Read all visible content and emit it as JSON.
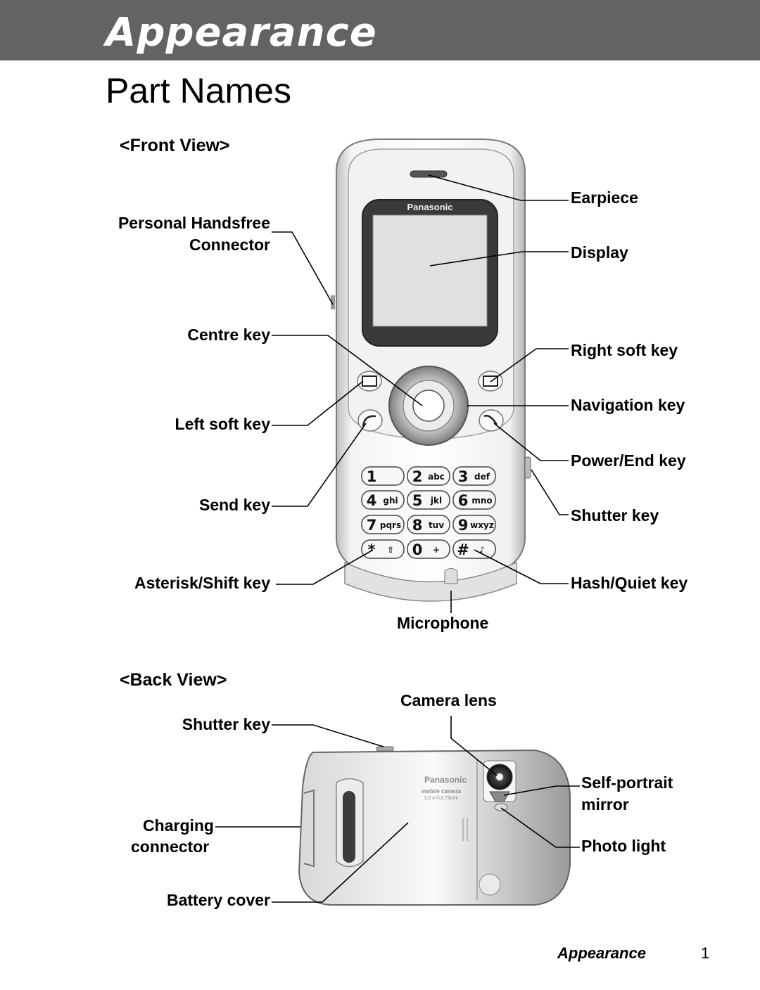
{
  "header": {
    "title": "Appearance"
  },
  "page": {
    "subtitle": "Part Names"
  },
  "front_view": {
    "heading": "<Front View>",
    "brand": "Panasonic",
    "labels": {
      "earpiece": "Earpiece",
      "handsfree_line1": "Personal Handsfree",
      "handsfree_line2": "Connector",
      "display": "Display",
      "centre_key": "Centre key",
      "right_soft_key": "Right soft key",
      "navigation_key": "Navigation key",
      "left_soft_key": "Left soft key",
      "power_end_key": "Power/End key",
      "send_key": "Send key",
      "shutter_key": "Shutter key",
      "asterisk_shift_key": "Asterisk/Shift key",
      "hash_quiet_key": "Hash/Quiet key",
      "microphone": "Microphone"
    },
    "keypad": [
      {
        "num": "1",
        "letters": ""
      },
      {
        "num": "2",
        "letters": "abc"
      },
      {
        "num": "3",
        "letters": "def"
      },
      {
        "num": "4",
        "letters": "ghi"
      },
      {
        "num": "5",
        "letters": "jkl"
      },
      {
        "num": "6",
        "letters": "mno"
      },
      {
        "num": "7",
        "letters": "pqrs"
      },
      {
        "num": "8",
        "letters": "tuv"
      },
      {
        "num": "9",
        "letters": "wxyz"
      },
      {
        "num": "*",
        "letters": "⇧"
      },
      {
        "num": "0",
        "letters": "+"
      },
      {
        "num": "#",
        "letters": "♪"
      }
    ]
  },
  "back_view": {
    "heading": "<Back View>",
    "brand": "Panasonic",
    "camera_text": "mobile camera",
    "lens_spec": "1:2.4 f=3.73mm",
    "labels": {
      "camera_lens": "Camera lens",
      "shutter_key": "Shutter key",
      "self_portrait_line1": "Self-portrait",
      "self_portrait_line2": "mirror",
      "charging_line1": "Charging",
      "charging_line2": "connector",
      "photo_light": "Photo light",
      "battery_cover": "Battery cover"
    }
  },
  "footer": {
    "section": "Appearance",
    "page_number": "1"
  },
  "colors": {
    "header_bar": "#636363",
    "text": "#000000",
    "phone_body": "#e6e6e6"
  }
}
